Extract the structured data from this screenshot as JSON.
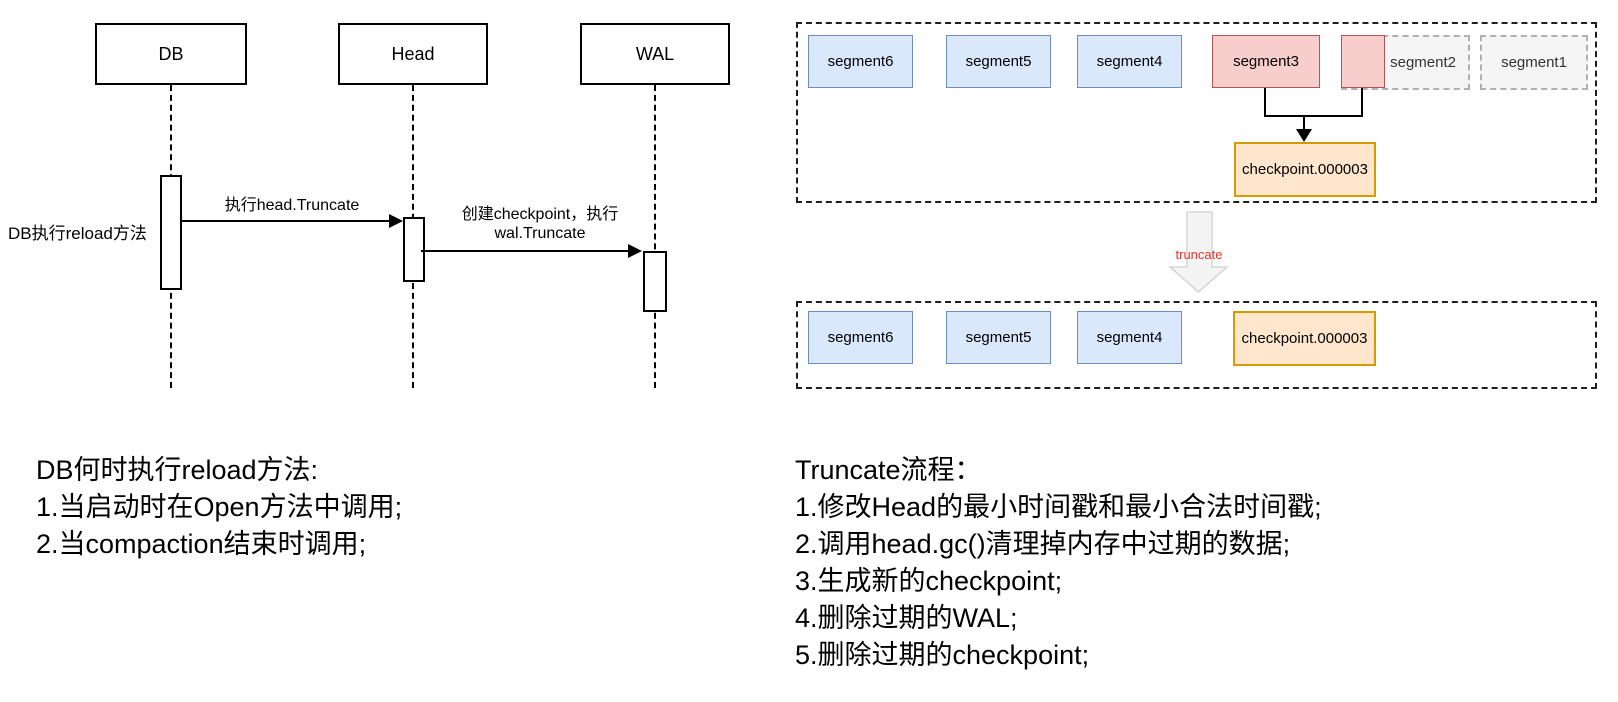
{
  "sequence": {
    "actors": [
      {
        "label": "DB"
      },
      {
        "label": "Head"
      },
      {
        "label": "WAL"
      }
    ],
    "db_note": "DB执行reload方法",
    "messages": [
      {
        "label": "执行head.Truncate"
      },
      {
        "label_line1": "创建checkpoint，执行",
        "label_line2": "wal.Truncate"
      }
    ]
  },
  "flow": {
    "top_row": [
      {
        "label": "segment6"
      },
      {
        "label": "segment5"
      },
      {
        "label": "segment4"
      },
      {
        "label": "segment3"
      },
      {
        "label": "segment2"
      },
      {
        "label": "segment1"
      }
    ],
    "top_checkpoint": {
      "label": "checkpoint.000003"
    },
    "truncate_arrow": {
      "label": "truncate"
    },
    "bottom_row": [
      {
        "label": "segment6"
      },
      {
        "label": "segment5"
      },
      {
        "label": "segment4"
      },
      {
        "label": "checkpoint.000003"
      }
    ]
  },
  "notes_left": {
    "title": "DB何时执行reload方法:",
    "items": [
      "1.当启动时在Open方法中调用;",
      "2.当compaction结束时调用;"
    ]
  },
  "notes_right": {
    "title": "Truncate流程：",
    "items": [
      "1.修改Head的最小时间戳和最小合法时间戳;",
      "2.调用head.gc()清理掉内存中过期的数据;",
      "3.生成新的checkpoint;",
      "4.删除过期的WAL;",
      "5.删除过期的checkpoint;"
    ]
  },
  "colors": {
    "segment_blue_fill": "#dae8fc",
    "segment_blue_border": "#6c8ebf",
    "segment_red_fill": "#f8cecc",
    "segment_red_border": "#b85450",
    "segment_gray_fill": "#f5f5f5",
    "segment_gray_border": "#b0b0b0",
    "checkpoint_fill": "#ffe6cc",
    "checkpoint_border": "#d79b00",
    "truncate_text": "#e8342a",
    "truncate_arrow_fill": "#f4f4f4"
  }
}
